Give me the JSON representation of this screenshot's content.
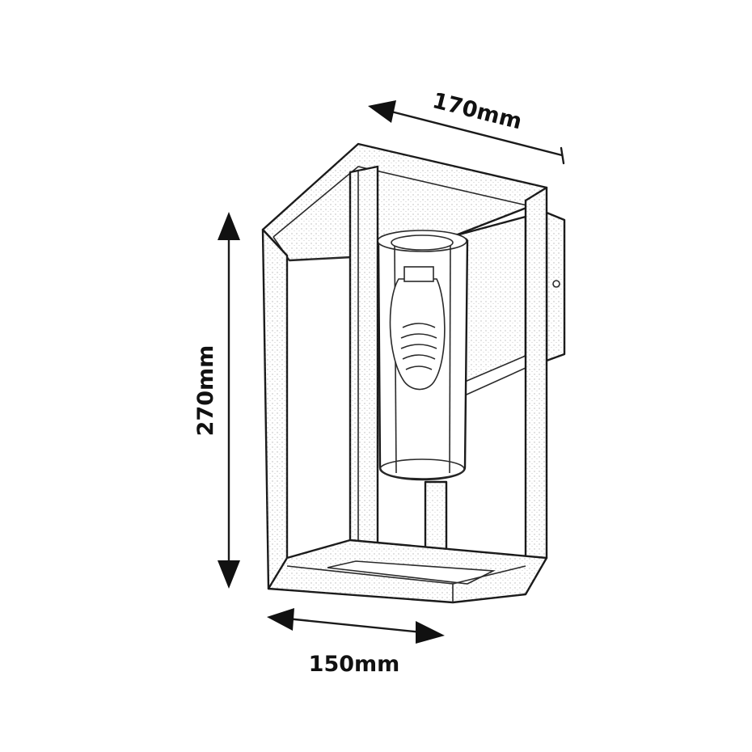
{
  "dimensions": {
    "depth": "170mm",
    "height": "270mm",
    "width": "150mm"
  },
  "colors": {
    "ink": "#1a1a1a",
    "background": "#ffffff"
  }
}
